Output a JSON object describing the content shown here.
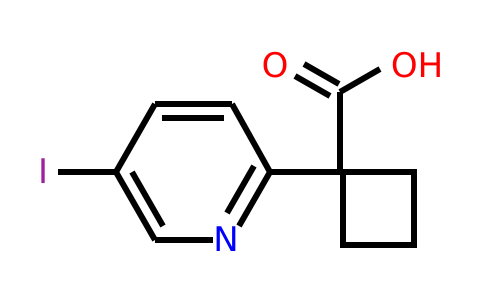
{
  "molecule": {
    "atoms": {
      "oxygen_carbonyl": {
        "symbol": "O",
        "color": "#ff0000"
      },
      "hydroxyl": {
        "symbol": "OH",
        "color": "#ff0000"
      },
      "nitrogen": {
        "symbol": "N",
        "color": "#0000ff"
      },
      "iodine": {
        "symbol": "I",
        "color": "#a020a0"
      }
    },
    "colors": {
      "bond": "#000000",
      "background": "#ffffff"
    }
  }
}
